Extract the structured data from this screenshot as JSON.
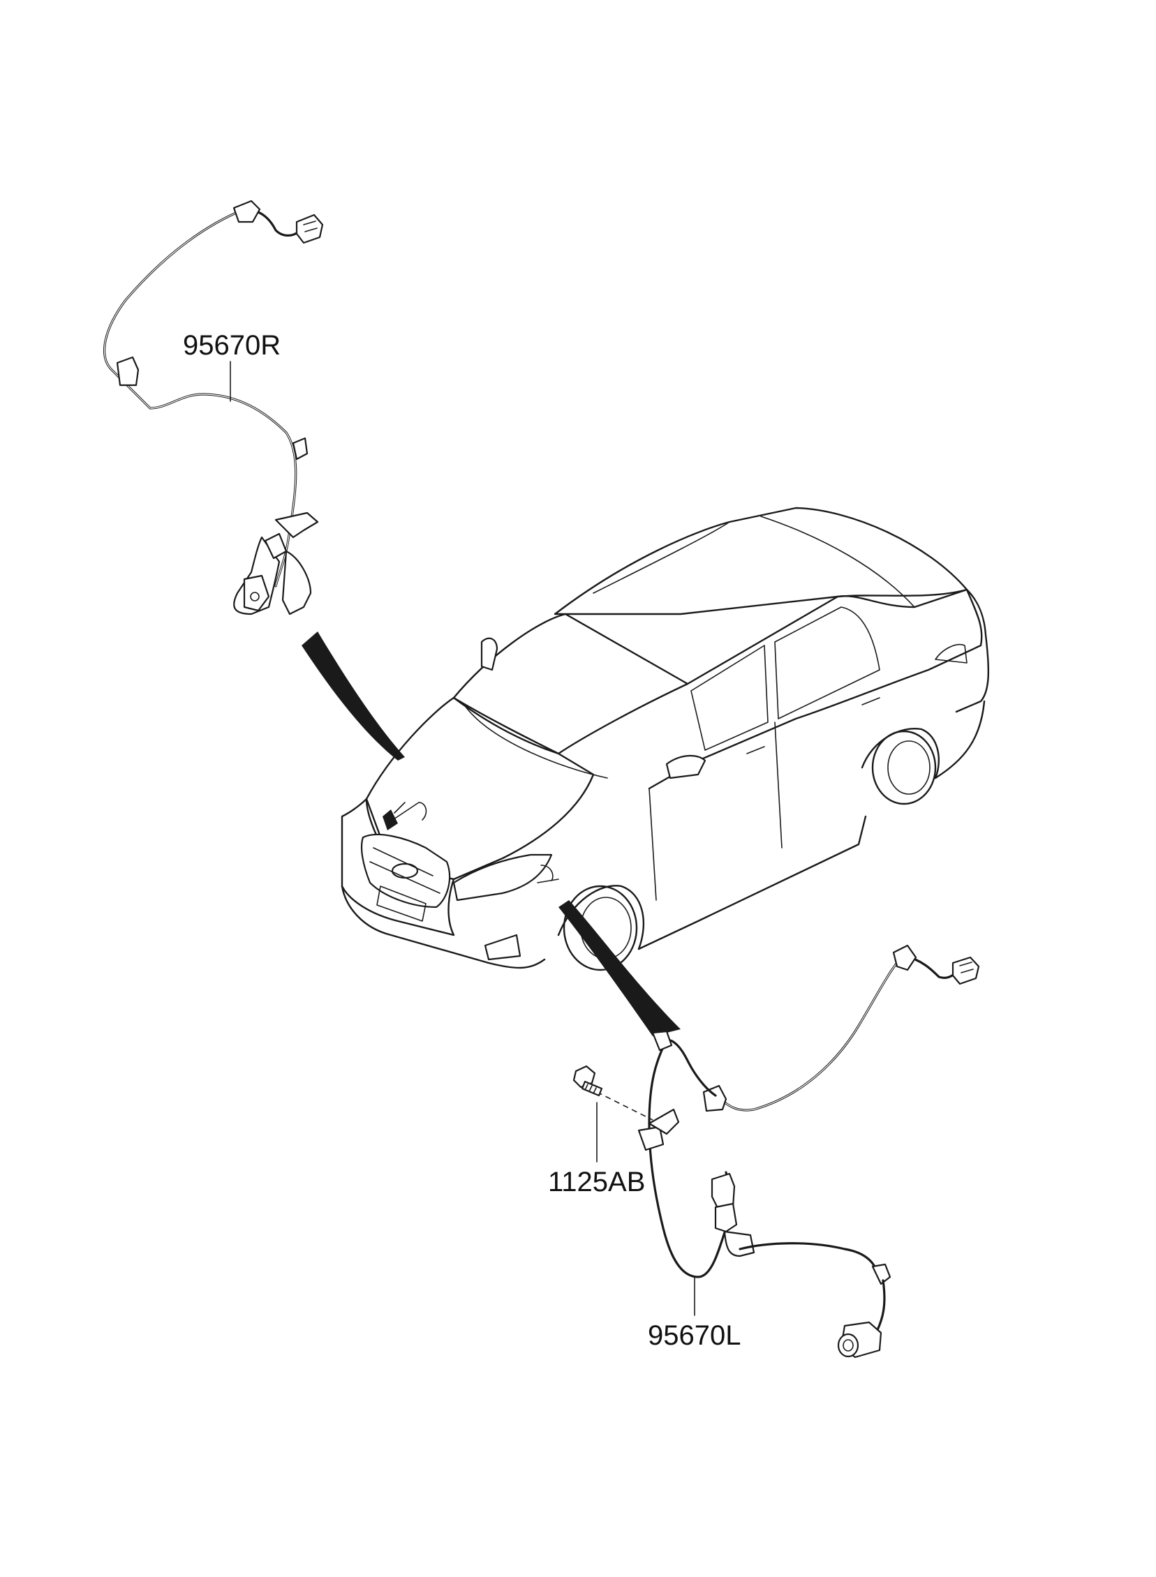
{
  "labels": {
    "sensor_right": "95670R",
    "sensor_left": "95670L",
    "bolt": "1125AB"
  },
  "colors": {
    "line": "#1a1a1a",
    "background": "#ffffff"
  }
}
